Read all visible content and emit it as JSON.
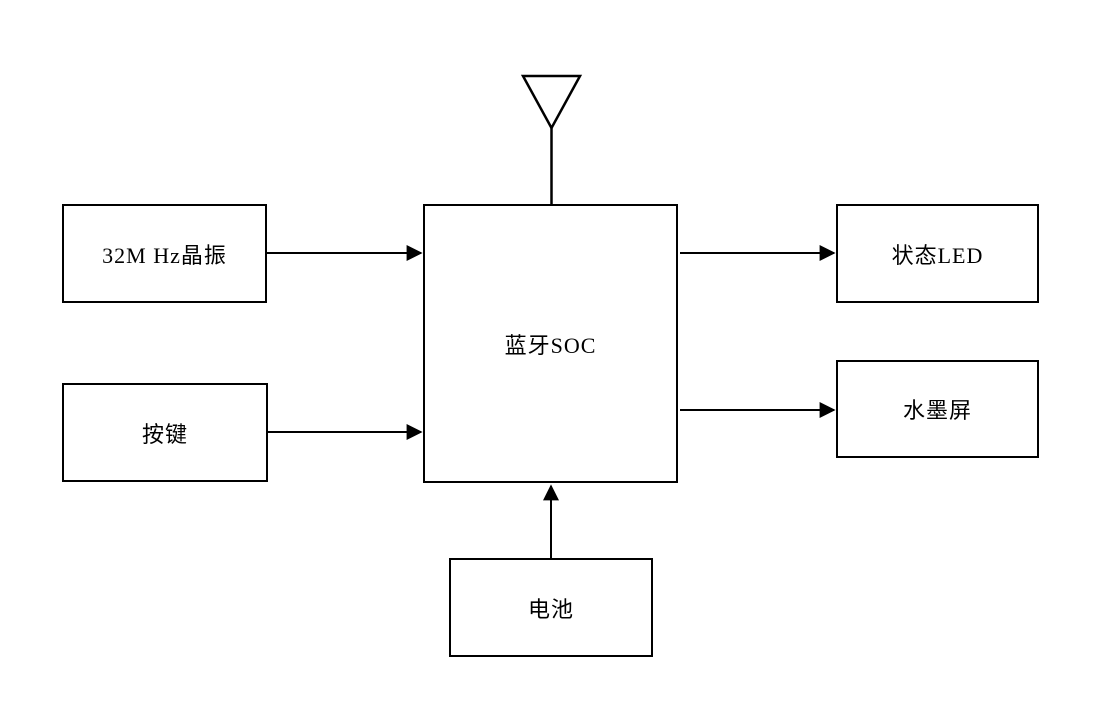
{
  "diagram": {
    "kind": "block-diagram",
    "blocks": {
      "crystal": {
        "label": "32M Hz晶振"
      },
      "keys": {
        "label": "按键"
      },
      "soc": {
        "label": "蓝牙SOC"
      },
      "led": {
        "label": "状态LED"
      },
      "eink": {
        "label": "水墨屏"
      },
      "battery": {
        "label": "电池"
      }
    },
    "connections": [
      {
        "from": "32M Hz晶振",
        "to": "蓝牙SOC",
        "style": "arrow"
      },
      {
        "from": "按键",
        "to": "蓝牙SOC",
        "style": "arrow"
      },
      {
        "from": "蓝牙SOC",
        "to": "状态LED",
        "style": "arrow"
      },
      {
        "from": "蓝牙SOC",
        "to": "水墨屏",
        "style": "arrow"
      },
      {
        "from": "电池",
        "to": "蓝牙SOC",
        "style": "arrow"
      },
      {
        "from": "antenna",
        "to": "蓝牙SOC",
        "style": "line"
      }
    ],
    "colors": {
      "line": "#000000",
      "box_border": "#000000",
      "text": "#000000",
      "background": "#ffffff"
    }
  }
}
